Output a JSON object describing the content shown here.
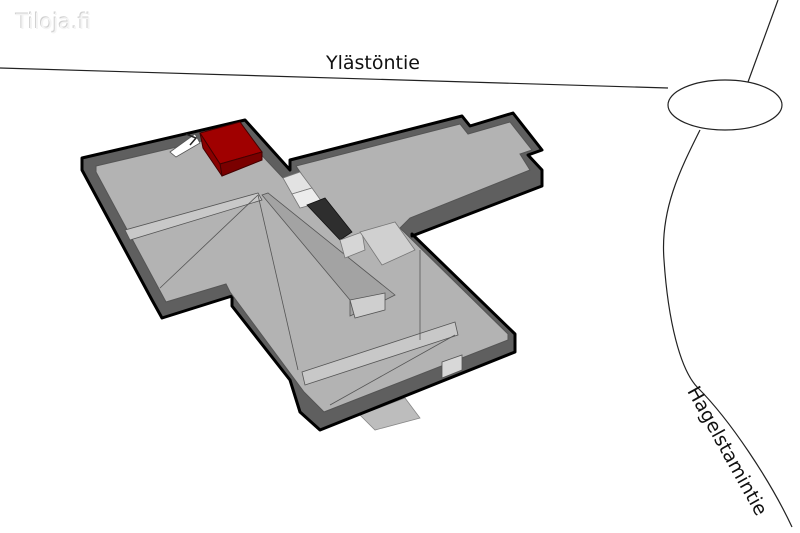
{
  "watermark": "Tiloja.fi",
  "roads": [
    {
      "name": "Ylästöntie"
    },
    {
      "name": "Hagelstamintie"
    }
  ],
  "colors": {
    "wall_top": "#000000",
    "wall_side": "#5f5f5f",
    "floor": "#b3b3b3",
    "highlight_room": "#9b0000",
    "dark_block": "#2e2e2e",
    "light_block": "#d6d6d6"
  }
}
